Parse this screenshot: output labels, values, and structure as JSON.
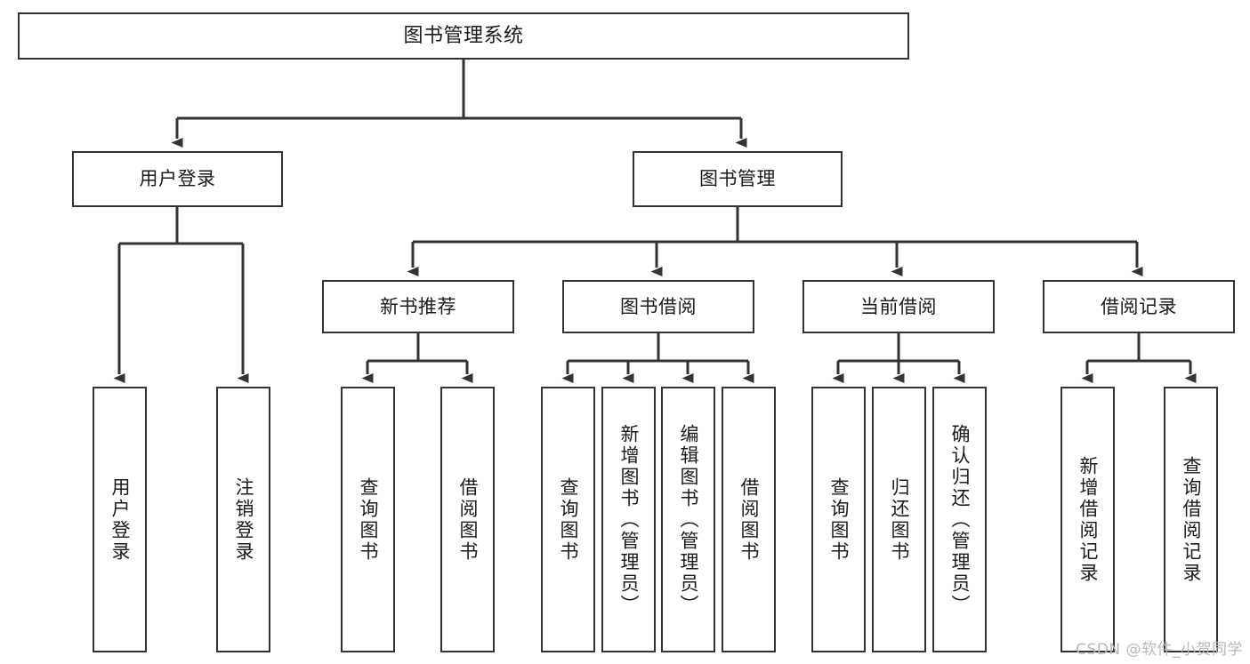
{
  "diagram": {
    "type": "tree-hierarchy-chart",
    "title": "图书管理系统",
    "watermark": "CSDN @软件_小贺同学",
    "colors": {
      "box_border": "#333333",
      "box_fill": "#ffffff",
      "line": "#333333",
      "text": "#1b1b1b",
      "watermark": "#b9b9b9",
      "background": "#ffffff"
    },
    "nodes": {
      "root": {
        "id": "root",
        "label": "图书管理系统",
        "level": 1,
        "orientation": "horizontal"
      },
      "l2": [
        {
          "id": "user-login",
          "label": "用户登录",
          "level": 2,
          "orientation": "horizontal"
        },
        {
          "id": "book-management",
          "label": "图书管理",
          "level": 2,
          "orientation": "horizontal"
        }
      ],
      "l3": [
        {
          "id": "new-book-recommend",
          "label": "新书推荐",
          "level": 3,
          "orientation": "horizontal",
          "parent": "book-management"
        },
        {
          "id": "book-borrow",
          "label": "图书借阅",
          "level": 3,
          "orientation": "horizontal",
          "parent": "book-management"
        },
        {
          "id": "current-borrow",
          "label": "当前借阅",
          "level": 3,
          "orientation": "horizontal",
          "parent": "book-management"
        },
        {
          "id": "borrow-record",
          "label": "借阅记录",
          "level": 3,
          "orientation": "horizontal",
          "parent": "book-management"
        }
      ],
      "leaves": [
        {
          "id": "leaf-user-login",
          "label": "用户登录",
          "parent": "user-login",
          "orientation": "vertical"
        },
        {
          "id": "leaf-logout",
          "label": "注销登录",
          "parent": "user-login",
          "orientation": "vertical"
        },
        {
          "id": "leaf-query-book-1",
          "label": "查询图书",
          "parent": "new-book-recommend",
          "orientation": "vertical"
        },
        {
          "id": "leaf-borrow-book-1",
          "label": "借阅图书",
          "parent": "new-book-recommend",
          "orientation": "vertical"
        },
        {
          "id": "leaf-query-book-2",
          "label": "查询图书",
          "parent": "book-borrow",
          "orientation": "vertical"
        },
        {
          "id": "leaf-add-book",
          "label": "新增图书（管理员）",
          "parent": "book-borrow",
          "orientation": "vertical"
        },
        {
          "id": "leaf-edit-book",
          "label": "编辑图书（管理员）",
          "parent": "book-borrow",
          "orientation": "vertical"
        },
        {
          "id": "leaf-borrow-book-2",
          "label": "借阅图书",
          "parent": "book-borrow",
          "orientation": "vertical"
        },
        {
          "id": "leaf-query-book-3",
          "label": "查询图书",
          "parent": "current-borrow",
          "orientation": "vertical"
        },
        {
          "id": "leaf-return-book",
          "label": "归还图书",
          "parent": "current-borrow",
          "orientation": "vertical"
        },
        {
          "id": "leaf-confirm-return",
          "label": "确认归还（管理员）",
          "parent": "current-borrow",
          "orientation": "vertical"
        },
        {
          "id": "leaf-add-record",
          "label": "新增借阅记录",
          "parent": "borrow-record",
          "orientation": "vertical"
        },
        {
          "id": "leaf-query-record",
          "label": "查询借阅记录",
          "parent": "borrow-record",
          "orientation": "vertical"
        }
      ]
    }
  }
}
